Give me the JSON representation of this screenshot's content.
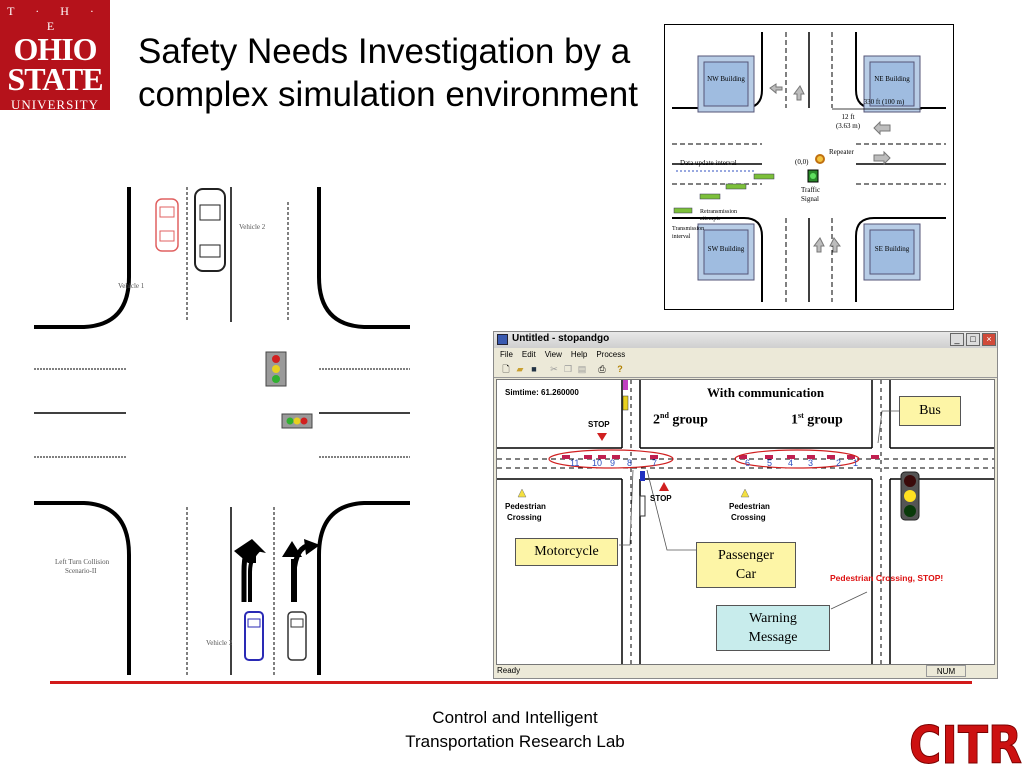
{
  "logo": {
    "line1": "T · H · E",
    "line2": "OHIO",
    "line3": "STATE",
    "line4": "UNIVERSITY"
  },
  "slide": {
    "title": "Safety Needs Investigation by a complex simulation environment"
  },
  "footer": {
    "line1": "Control and Intelligent",
    "line2": "Transportation Research Lab",
    "citr": "CITR"
  },
  "scenario_diagram": {
    "vehicle1": "Vehicle 1",
    "vehicle2": "Vehicle 2",
    "vehicle3": "Vehicle 3",
    "scenario_label_1": "Left Turn Collision",
    "scenario_label_2": "Scenario-II"
  },
  "intersection_diagram": {
    "nw_building": "NW Building",
    "ne_building": "NE Building",
    "sw_building": "SW Building",
    "se_building": "SE Building",
    "distance": "330 ft (100 m)",
    "lane_width_1": "12 ft",
    "lane_width_2": "(3.63 m)",
    "repeater": "Repeater",
    "origin": "(0,0)",
    "traffic_signal_1": "Traffic",
    "traffic_signal_2": "Signal",
    "data_update_interval": "Data update interval",
    "retransmission_1": "Retransmission",
    "retransmission_2": "attempts",
    "transmission_1": "Transmission",
    "transmission_2": "interval"
  },
  "window": {
    "title": "Untitled - stopandgo",
    "menu": [
      "File",
      "Edit",
      "View",
      "Help",
      "Process"
    ],
    "simtime": "Simtime: 61.260000",
    "with_comm": "With communication",
    "group2_num": "2",
    "group2_sup": "nd",
    "group2_word": " group",
    "group1_num": "1",
    "group1_sup": "st",
    "group1_word": " group",
    "stop1": "STOP",
    "stop2": "STOP",
    "ped1_a": "Pedestrian",
    "ped1_b": "Crossing",
    "ped2_a": "Pedestrian",
    "ped2_b": "Crossing",
    "ped_warning": "Pedestrian Crossing, STOP!",
    "bus": "Bus",
    "motorcycle": "Motorcycle",
    "passenger_1": "Passenger",
    "passenger_2": "Car",
    "warning_1": "Warning",
    "warning_2": "Message",
    "status_ready": "Ready",
    "status_num": "NUM",
    "car_numbers_left": [
      "11",
      "10",
      "9",
      "8",
      "7"
    ],
    "car_numbers_right": [
      "6",
      "5",
      "4",
      "3",
      "2",
      "1"
    ]
  },
  "colors": {
    "osu_red": "#b5121b",
    "rule_red": "#d21a1a",
    "citr_red": "#cc1111",
    "callout_yellow": "#fdf5a6",
    "callout_teal": "#c8ecec",
    "warning_red": "#dd1111"
  }
}
